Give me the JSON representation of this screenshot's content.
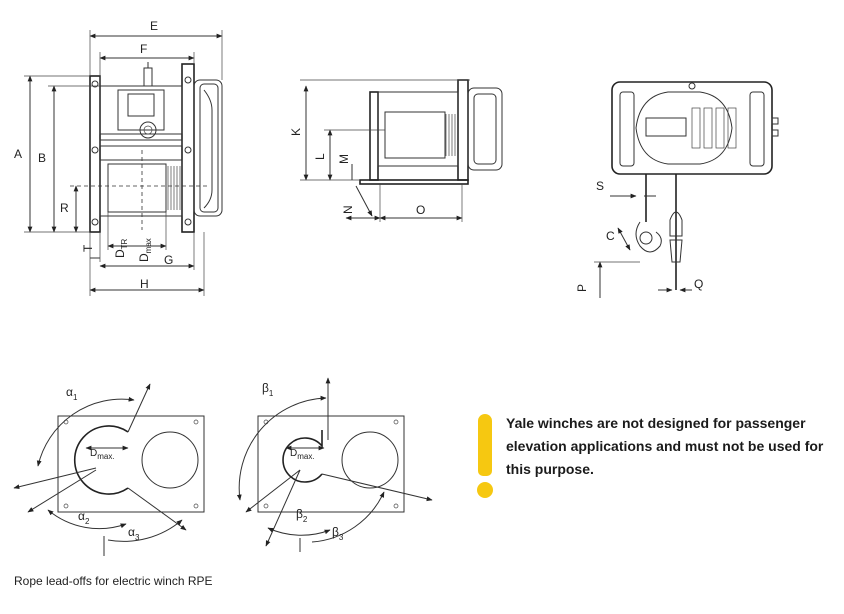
{
  "dimension_labels": {
    "front": [
      "E",
      "F",
      "A",
      "B",
      "R",
      "T",
      "D",
      "TR",
      "D",
      "max",
      "G",
      "H"
    ],
    "side": [
      "K",
      "L",
      "M",
      "N",
      "O"
    ],
    "top": [
      "S",
      "C",
      "P",
      "Q"
    ]
  },
  "leadoff": {
    "left": {
      "a1": "α",
      "s1": "1",
      "a2": "α",
      "s2": "2",
      "a3": "α",
      "s3": "3",
      "dm": "D",
      "dms": "max."
    },
    "right": {
      "b1": "β",
      "s1": "1",
      "b2": "β",
      "s2": "2",
      "b3": "β",
      "s3": "3",
      "dm": "D",
      "dms": "max."
    }
  },
  "warning": {
    "text": "Yale winches are not designed for passenger elevation applications and must not be used for this purpose.",
    "icon": "exclamation-mark-icon",
    "color": "#f6c811"
  },
  "caption": "Rope lead-offs for electric winch RPE"
}
